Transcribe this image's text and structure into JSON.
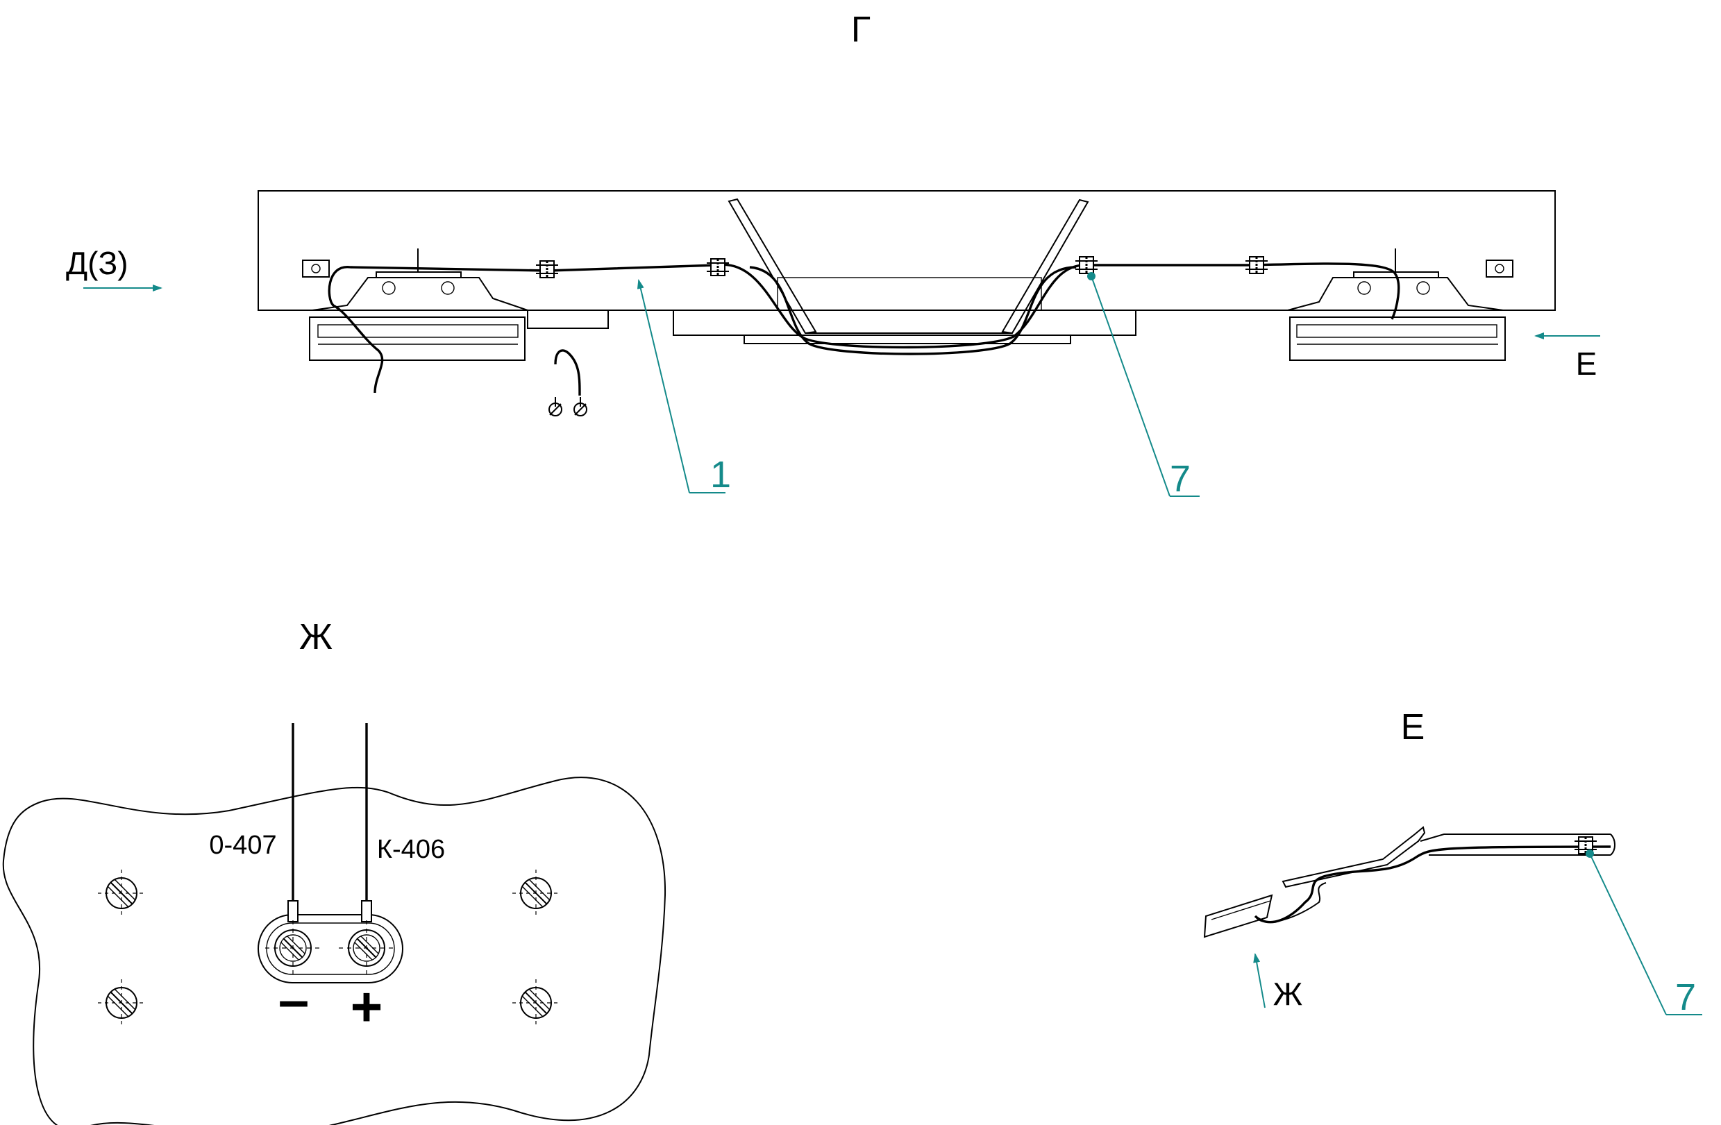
{
  "colors": {
    "line": "#000000",
    "leader": "#148a8a",
    "background": "#ffffff"
  },
  "views": {
    "top": {
      "title": "Г",
      "arrow_left_label": "Д(З)",
      "arrow_right_label": "Е"
    },
    "zh": {
      "title": "Ж"
    },
    "e": {
      "title": "Е",
      "arrow_label": "Ж"
    }
  },
  "callouts": {
    "c1": "1",
    "c7_top": "7",
    "c7_side": "7"
  },
  "wire_labels": {
    "left": "0-407",
    "right": "К-406"
  },
  "polarity": {
    "minus": "–",
    "plus": "+"
  }
}
